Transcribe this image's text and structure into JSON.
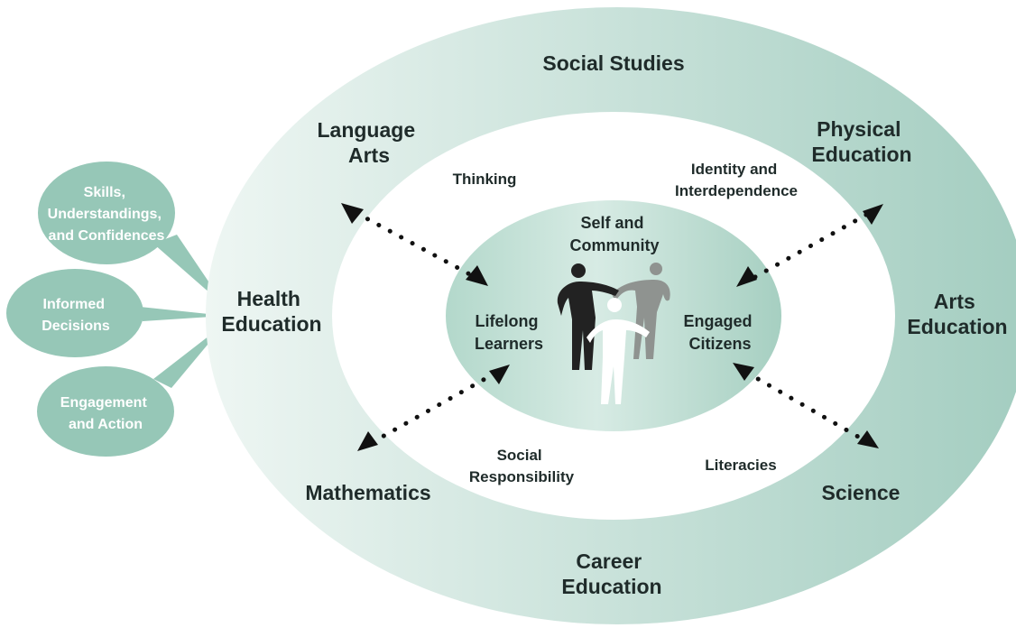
{
  "outer_ring": {
    "social_studies": "Social Studies",
    "language_arts": [
      "Language",
      "Arts"
    ],
    "physical_education": [
      "Physical",
      "Education"
    ],
    "health_education": [
      "Health",
      "Education"
    ],
    "arts_education": [
      "Arts",
      "Education"
    ],
    "mathematics": "Mathematics",
    "science": "Science",
    "career_education": [
      "Career",
      "Education"
    ]
  },
  "middle_ring": {
    "thinking": "Thinking",
    "identity": [
      "Identity and",
      "Interdependence"
    ],
    "social_responsibility": [
      "Social",
      "Responsibility"
    ],
    "literacies": "Literacies"
  },
  "core": {
    "self_community": [
      "Self and",
      "Community"
    ],
    "lifelong_learners": [
      "Lifelong",
      "Learners"
    ],
    "engaged_citizens": [
      "Engaged",
      "Citizens"
    ]
  },
  "bubbles": [
    [
      "Skills,",
      "Understandings,",
      "and Confidences"
    ],
    [
      "Informed",
      "Decisions"
    ],
    [
      "Engagement",
      "and Action"
    ]
  ],
  "colors": {
    "ring_light": "#eef6f3",
    "ring_dark": "#a3cdc0",
    "bubble": "#96c7b7",
    "text": "#1f2b2a",
    "figure_dark": "#222222",
    "figure_gray": "#8f9390"
  },
  "icons": [
    "people-figures-icon",
    "arrow-icon"
  ]
}
